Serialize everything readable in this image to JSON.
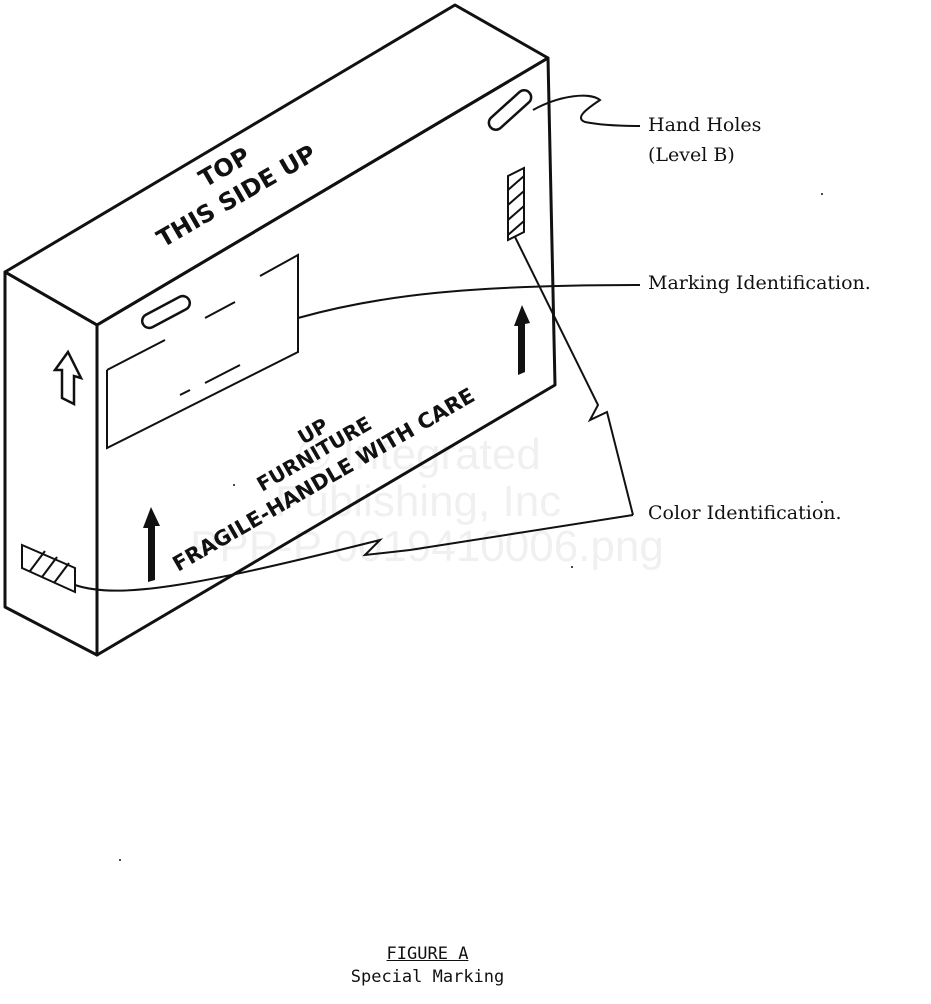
{
  "box_markings": {
    "top_line1": "TOP",
    "top_line2": "THIS SIDE UP",
    "front_line1": "UP",
    "front_line2": "FURNITURE",
    "front_line3": "FRAGILE-HANDLE WITH CARE"
  },
  "callouts": {
    "hand_holes_line1": "Hand Holes",
    "hand_holes_line2": "(Level B)",
    "marking_identification": "Marking Identification.",
    "color_identification": "Color Identification."
  },
  "caption": {
    "title": "FIGURE A",
    "subtitle": "Special Marking"
  },
  "watermark": {
    "line1": "© Integrated",
    "line2": "Publishing, Inc",
    "line3": "PPP-P 0019410006.png"
  }
}
